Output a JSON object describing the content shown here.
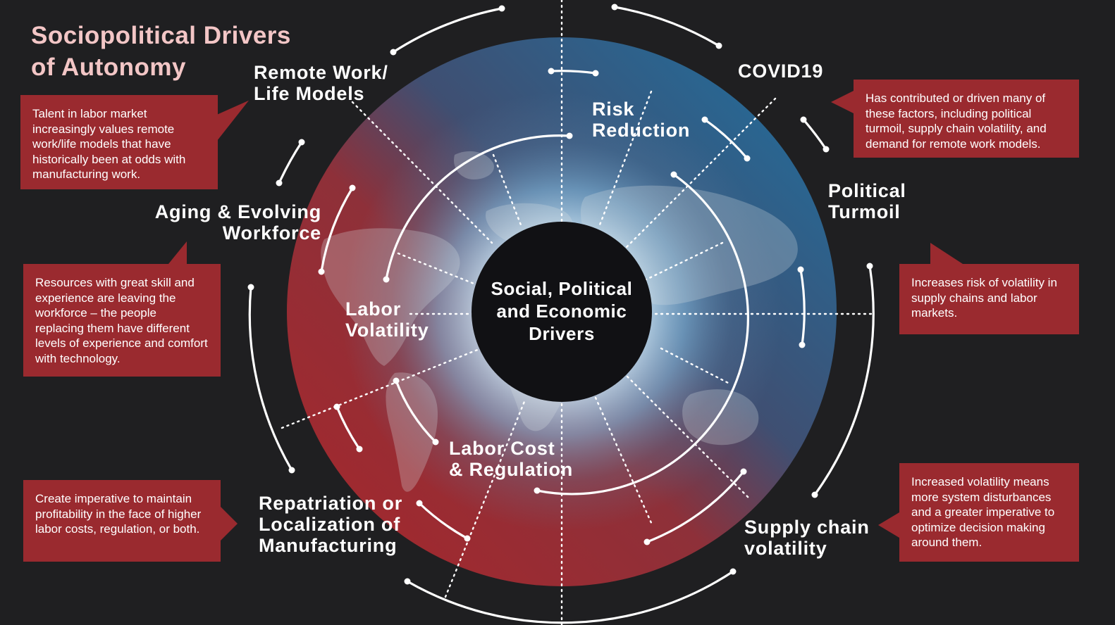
{
  "title_line1": "Sociopolitical Drivers",
  "title_line2": "of Autonomy",
  "center": {
    "line1": "Social, Political",
    "line2": "and Economic",
    "line3": "Drivers"
  },
  "drivers": {
    "remote_work": {
      "line1": "Remote Work/",
      "line2": "Life Models"
    },
    "aging_workforce": {
      "line1": "Aging & Evolving",
      "line2": "Workforce"
    },
    "labor_volatility": {
      "line1": "Labor",
      "line2": "Volatility"
    },
    "labor_cost": {
      "line1": "Labor Cost",
      "line2": "& Regulation"
    },
    "repatriation": {
      "line1": "Repatriation or",
      "line2": "Localization of",
      "line3": "Manufacturing"
    },
    "risk_reduction": {
      "line1": "Risk",
      "line2": "Reduction"
    },
    "covid": {
      "line1": "COVID19"
    },
    "political_turmoil": {
      "line1": "Political",
      "line2": "Turmoil"
    },
    "supply_chain": {
      "line1": "Supply chain",
      "line2": "volatility"
    }
  },
  "callouts": {
    "remote_work": "Talent in labor market increasingly values remote work/life models that have historically been at odds with manufacturing work.",
    "aging_workforce": "Resources with great skill and experience are leaving the workforce – the people replacing them have different levels of experience and comfort with technology.",
    "repatriation": "Create imperative to maintain profitability in the face of higher labor costs, regulation, or both.",
    "covid": "Has contributed or driven many of these factors, including political turmoil, supply chain volatility, and demand for remote work models.",
    "political_turmoil": "Increases risk of volatility in supply chains and labor markets.",
    "supply_chain": "Increased volatility means more system disturbances and a greater imperative to optimize decision making around them."
  },
  "colors": {
    "background": "#1f1f21",
    "callout": "#9a2a2f",
    "title": "#f3c6c6",
    "ring_red": "#9a2a2f",
    "ring_blue": "#2f5f86",
    "core": "#111114"
  }
}
